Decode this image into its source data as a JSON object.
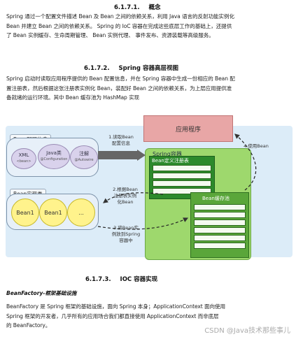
{
  "sections": {
    "s1": {
      "number": "6.1.7.1.",
      "title": "概念"
    },
    "s2": {
      "number": "6.1.7.2.",
      "title": "Spring 容器高层视图"
    },
    "s3": {
      "number": "6.1.7.3.",
      "title": "IOC 容器实现"
    }
  },
  "para1": {
    "lines": [
      "Spring 通过一个配置文件描述 Bean 及 Bean 之间的依赖关系，利用 Java 语言的反射功能实例化",
      "Bean 并建立 Bean 之间的依赖关系。 Spring 的 IoC 容器在完成这些底层工作的基础上，还提供",
      "了 Bean 实例缓存、生命周期管理、 Bean 实例代理、 事件发布、资源装载等高级服务。"
    ]
  },
  "para2": {
    "lines": [
      "Spring 启动时读取应用程序提供的 Bean 配置信息，并在 Spring 容器中生成一份相应的 Bean 配",
      "置注册表，然后根据这张注册表实例化 Bean，装配好 Bean 之间的依赖关系，为上层应用提供准",
      "备就绪的运行环境。其中 Bean 缓存池为 HashMap 实现"
    ]
  },
  "diagram": {
    "config_tag": "Bean配置信息",
    "config_items": [
      {
        "name": "XML",
        "sub": "<bean>"
      },
      {
        "name": "Java类",
        "sub": "@Configuration"
      },
      {
        "name": "注解",
        "sub": "@Autowire"
      }
    ],
    "impl_tag": "Bean实现类",
    "beans": [
      "Bean1",
      "Bean1",
      "..."
    ],
    "app": "应用程序",
    "container": "Spring容器",
    "registry": "Bean定义注册表",
    "cache": "Bean缓存池",
    "step1": [
      "1.读取Bean",
      "配置信息"
    ],
    "step2": [
      "2.根据Bean",
      "注册表实例",
      "化Bean"
    ],
    "step3": [
      "3.将Bean实",
      "例放到Spring",
      "容器中"
    ],
    "step4": "4.使用Bean"
  },
  "subhead": "BeanFactory-框架基础设施",
  "para3": {
    "lines": [
      "BeanFactory 是 Spring 框架的基础设施，面向 Spring 本身；ApplicationContext 面向使用",
      "Spring 框架的开发者，几乎所有的应用场合我们都直接使用 ApplicationContext 而非底层",
      "的 BeanFactory。"
    ]
  },
  "watermark": "CSDN @Java技术那些事儿"
}
